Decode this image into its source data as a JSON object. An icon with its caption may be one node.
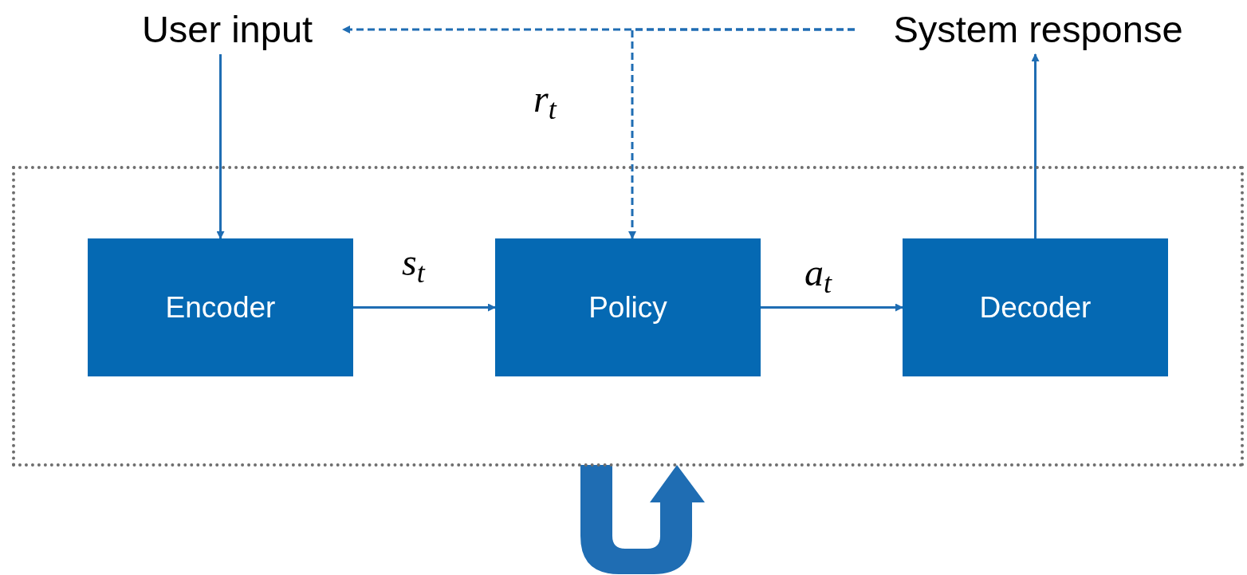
{
  "diagram": {
    "nodes": [
      {
        "text": [
          "User input"
        ]
      },
      {
        "text": [
          "System response"
        ]
      },
      {
        "text": [],
        "shape": "box"
      },
      {
        "text": [
          "Encoder"
        ],
        "in": 2
      },
      {
        "text": [
          "Policy"
        ],
        "in": 2
      },
      {
        "text": [
          "Decoder"
        ],
        "in": 2
      }
    ],
    "edges": [
      {
        "from": 0,
        "to": 3,
        "arrow": "to"
      },
      {
        "from": 3,
        "to": 4,
        "arrow": "to",
        "label": "s$_{t}$"
      },
      {
        "from": 4,
        "to": 5,
        "arrow": "to",
        "label": "a$_{t}$"
      },
      {
        "from": 5,
        "to": 1,
        "arrow": "to"
      },
      {
        "from": 1,
        "to": 0,
        "arrow": "to",
        "style": "dashed"
      },
      {
        "from": 1,
        "to": 4,
        "arrow": "to",
        "style": "dashed",
        "label": "r$_{t}$"
      }
    ]
  }
}
